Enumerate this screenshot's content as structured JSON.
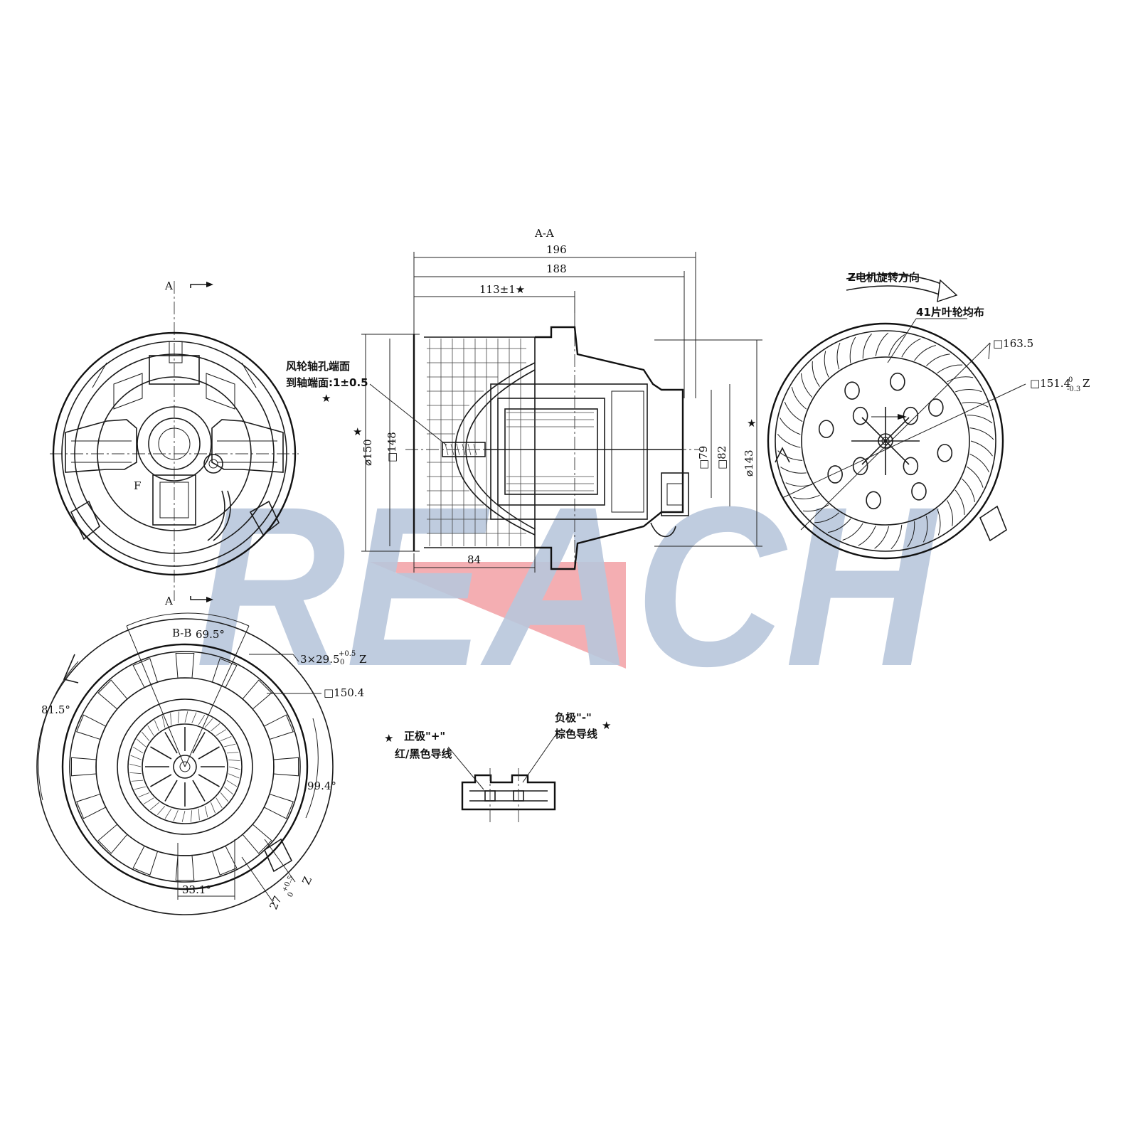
{
  "watermark": {
    "text": "REACH",
    "color": "#b9c7dc",
    "accent": "#f2a0a4"
  },
  "views": {
    "front_left": {
      "section_mark_top": "A",
      "section_mark_bottom": "A",
      "label_f": "F"
    },
    "section_aa": {
      "title": "A-A",
      "dims": {
        "d196": "196",
        "d188": "188",
        "d113": "113±1★",
        "d84": "84",
        "dia150": "⌀150",
        "sq148": "□148",
        "sq79": "□79",
        "sq82": "□82",
        "dia143": "⌀143"
      },
      "note_line1": "风轮轴孔端面",
      "note_line2": "到轴端面:1±0.5",
      "star": "★"
    },
    "front_right": {
      "rotation_note": "Z电机旋转方向",
      "blade_note": "41片叶轮均布",
      "sq163": "□163.5",
      "sq151": "□151.4",
      "sq151_tol": "0",
      "sq151_tol2": "-0.3",
      "z": "Z"
    },
    "section_bb": {
      "title": "B-B",
      "angle1": "69.5°",
      "angle2": "81.5°",
      "angle3": "99.4°",
      "angle4": "33.1°",
      "slot1": "3×29.5",
      "slot1_tol": "+0.5",
      "slot1_tol2": "0",
      "slot2": "27",
      "slot2_tol": "+0.5",
      "slot2_tol2": "0",
      "sq150": "□150.4",
      "z": "Z"
    },
    "connector": {
      "pos_line1": "正极\"+\"",
      "pos_line2": "红/黑色导线",
      "neg_line1": "负极\"-\"",
      "neg_line2": "棕色导线",
      "star": "★"
    }
  }
}
